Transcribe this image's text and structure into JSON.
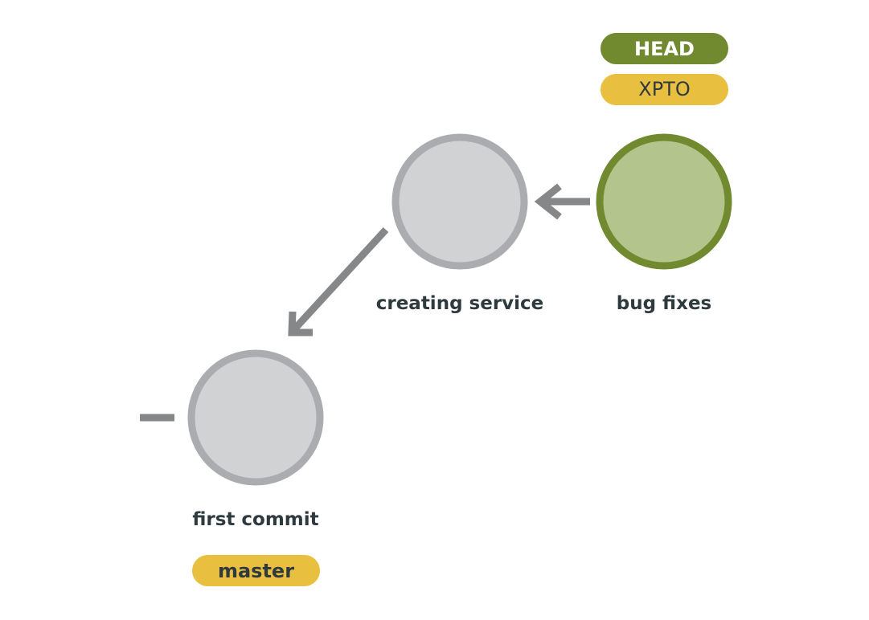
{
  "colors": {
    "commit_fill": "#d1d2d4",
    "commit_stroke": "#aaacaf",
    "head_commit_fill": "#b3c58c",
    "head_commit_stroke": "#718a30",
    "arrow": "#858789",
    "label_text": "#2f3a3e",
    "head_tag_bg": "#718a30",
    "head_tag_text": "#ffffff",
    "branch_tag_bg": "#e9bf3f",
    "branch_tag_text": "#2f3a3e"
  },
  "commits": {
    "first": {
      "label": "first commit"
    },
    "creating": {
      "label": "creating service"
    },
    "bugfix": {
      "label": "bug fixes"
    }
  },
  "tags": {
    "head": "HEAD",
    "xpto": "XPTO",
    "master": "master"
  }
}
